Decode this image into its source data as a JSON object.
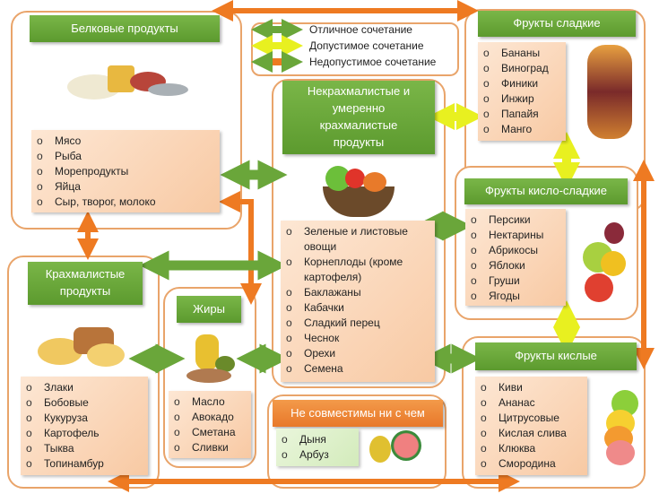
{
  "legend": {
    "excellent": "Отличное сочетание",
    "acceptable": "Допустимое сочетание",
    "unacceptable": "Недопустимое сочетание"
  },
  "colors": {
    "excellent": "#6aa63a",
    "acceptable": "#e8f020",
    "unacceptable": "#ee7a22"
  },
  "protein": {
    "title": "Белковые продукты",
    "items": [
      "Мясо",
      "Рыба",
      "Морепродукты",
      "Яйца",
      "Сыр, творог, молоко"
    ]
  },
  "center": {
    "title": "Некрахмалистые и умеренно крахмалистые продукты",
    "items": [
      "Зеленые  и листовые овощи",
      "Корнеплоды (кроме картофеля)",
      "Баклажаны",
      "Кабачки",
      "Сладкий перец",
      "Чеснок",
      "Орехи",
      "Семена"
    ]
  },
  "sweet": {
    "title": "Фрукты сладкие",
    "items": [
      "Бананы",
      "Виноград",
      "Финики",
      "Инжир",
      "Папайя",
      "Манго"
    ]
  },
  "sour_sweet": {
    "title": "Фрукты кисло-сладкие",
    "items": [
      "Персики",
      "Нектарины",
      "Абрикосы",
      "Яблоки",
      "Груши",
      "Ягоды"
    ]
  },
  "sour": {
    "title": "Фрукты кислые",
    "items": [
      "Киви",
      "Ананас",
      "Цитрусовые",
      "Кислая слива",
      "Клюква",
      "Смородина"
    ]
  },
  "starch": {
    "title": "Крахмалистые продукты",
    "items": [
      "Злаки",
      "Бобовые",
      "Кукуруза",
      "Картофель",
      "Тыква",
      "Топинамбур"
    ]
  },
  "fats": {
    "title": "Жиры",
    "items": [
      "Масло",
      "Авокадо",
      "Сметана",
      "Сливки"
    ]
  },
  "incompatible": {
    "title": "Не совместимы  ни с чем",
    "items": [
      "Дыня",
      "Арбуз"
    ]
  }
}
